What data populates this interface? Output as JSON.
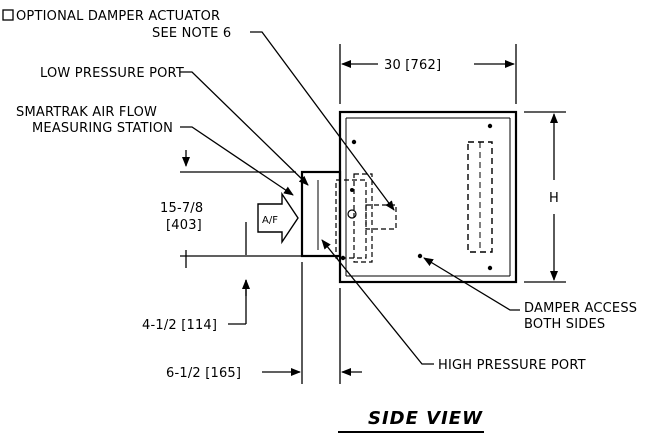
{
  "labels": {
    "actuator_line1": "OPTIONAL DAMPER ACTUATOR",
    "actuator_line2": "SEE NOTE 6",
    "low_pressure_port": "LOW PRESSURE PORT",
    "station_line1": "SMARTRAK AIR FLOW",
    "station_line2": "MEASURING STATION",
    "dim_inlet_height_1": "15-7/8",
    "dim_inlet_height_2": "[403]",
    "airflow": "A/F",
    "dim_width": "30 [762]",
    "dim_height": "H",
    "dim_offset_1": "4-1/2 [114]",
    "dim_offset_2": "6-1/2 [165]",
    "damper_access_1": "DAMPER ACCESS",
    "damper_access_2": "BOTH SIDES",
    "high_pressure_port": "HIGH PRESSURE PORT",
    "view_title": "SIDE VIEW"
  },
  "colors": {
    "ink": "#000000",
    "background": "#ffffff"
  }
}
